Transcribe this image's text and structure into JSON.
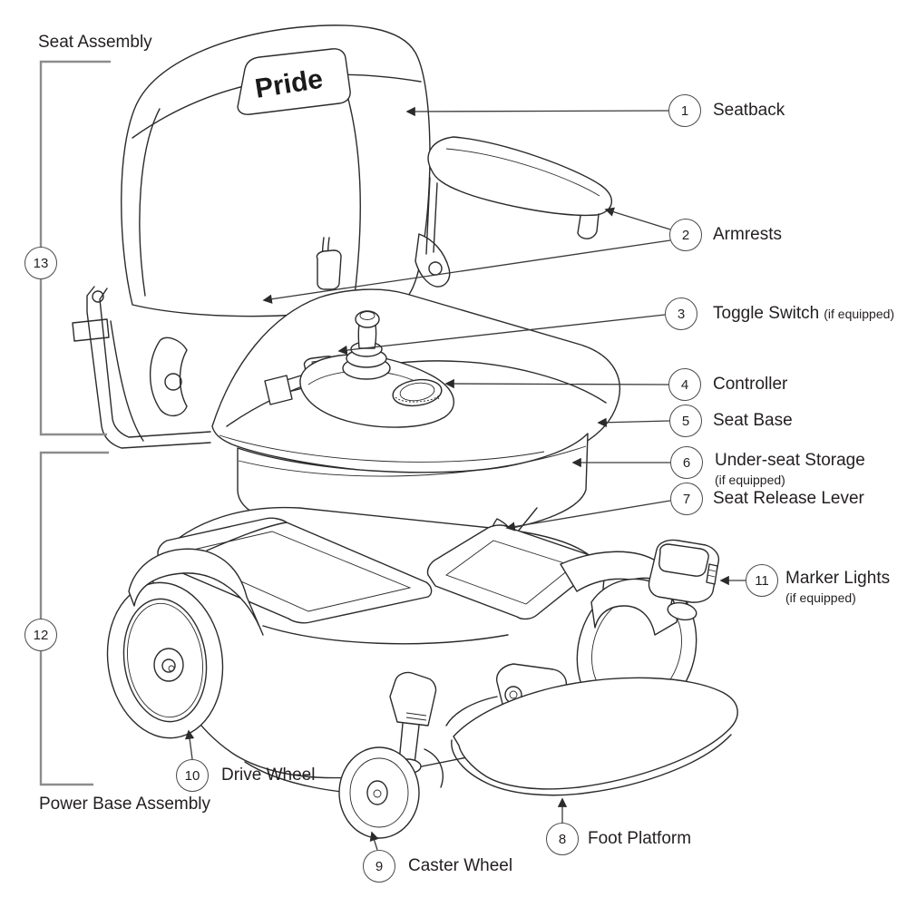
{
  "brand": "Pride",
  "assemblies": {
    "seat": {
      "number": "13",
      "label": "Seat Assembly"
    },
    "power_base": {
      "number": "12",
      "label": "Power Base Assembly"
    }
  },
  "callouts": {
    "c1": {
      "number": "1",
      "label": "Seatback"
    },
    "c2": {
      "number": "2",
      "label": "Armrests"
    },
    "c3": {
      "number": "3",
      "label": "Toggle Switch",
      "qualifier": "(if equipped)"
    },
    "c4": {
      "number": "4",
      "label": "Controller"
    },
    "c5": {
      "number": "5",
      "label": "Seat Base"
    },
    "c6": {
      "number": "6",
      "label": "Under-seat Storage",
      "qualifier": "(if equipped)"
    },
    "c7": {
      "number": "7",
      "label": "Seat Release Lever"
    },
    "c8": {
      "number": "8",
      "label": "Foot Platform"
    },
    "c9": {
      "number": "9",
      "label": "Caster Wheel"
    },
    "c10": {
      "number": "10",
      "label": "Drive Wheel"
    },
    "c11": {
      "number": "11",
      "label": "Marker Lights",
      "qualifier": "(if equipped)"
    }
  },
  "colors": {
    "line": "#2b2b2b",
    "bracket": "#8c8c8c",
    "text": "#231f20",
    "background": "#ffffff"
  }
}
